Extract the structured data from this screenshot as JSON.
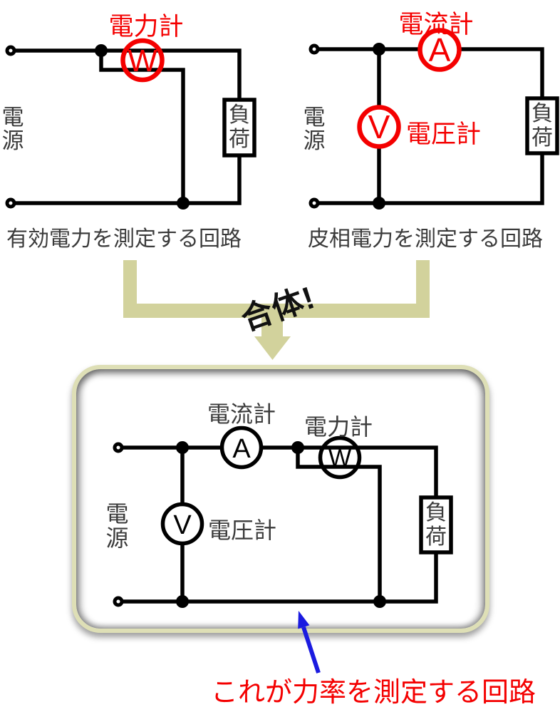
{
  "colors": {
    "wire_black": "#000000",
    "meter_red": "#f40000",
    "label_gray": "#3b3b3b",
    "merge_arrow_khaki": "#d2d29c",
    "panel_border_khaki": "#dedfb6",
    "pointer_blue": "#1b1be0"
  },
  "top_left_circuit": {
    "wattmeter_label": "電力計",
    "wattmeter_symbol": "W",
    "source_label": "電源",
    "load_label": "負荷",
    "caption": "有効電力を測定する回路"
  },
  "top_right_circuit": {
    "ammeter_label": "電流計",
    "ammeter_symbol": "A",
    "voltmeter_label": "電圧計",
    "voltmeter_symbol": "V",
    "source_label": "電源",
    "load_label": "負荷",
    "caption": "皮相電力を測定する回路"
  },
  "merge_banner": {
    "label": "合体!"
  },
  "combined_circuit": {
    "ammeter_label": "電流計",
    "ammeter_symbol": "A",
    "wattmeter_label": "電力計",
    "wattmeter_symbol": "W",
    "voltmeter_label": "電圧計",
    "voltmeter_symbol": "V",
    "source_label": "電源",
    "load_label": "負荷",
    "caption": "これが力率を測定する回路"
  }
}
